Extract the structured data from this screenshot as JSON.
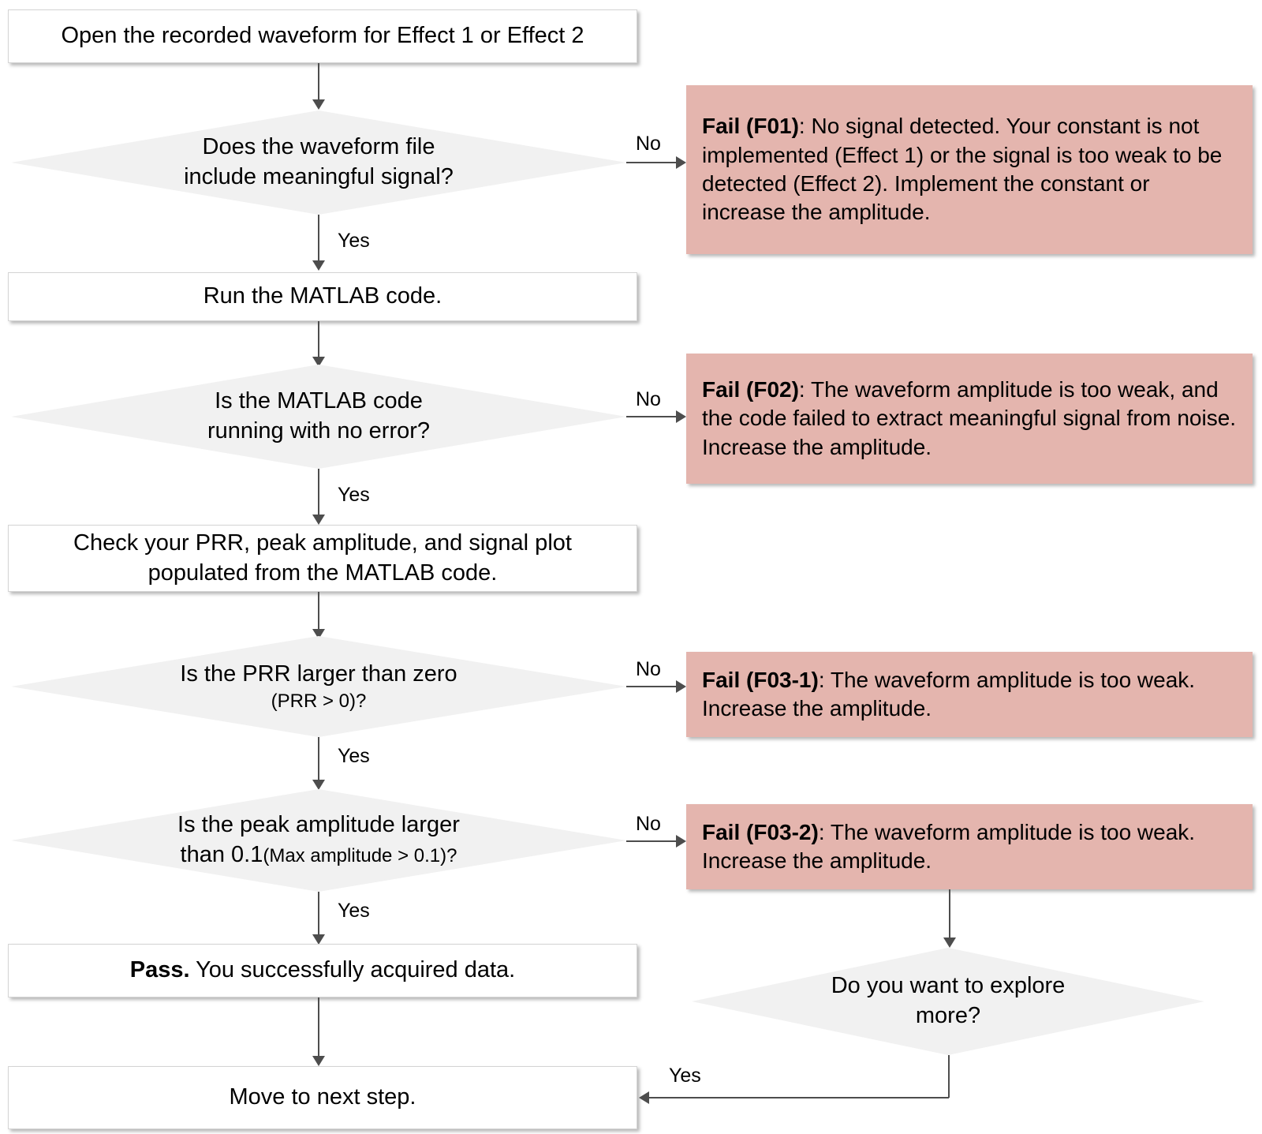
{
  "diagram": {
    "title": "Waveform acquisition troubleshooting flowchart",
    "colors": {
      "fail_box_fill": "#e4b5ae",
      "decision_fill": "#f1f1f1",
      "process_fill": "#ffffff",
      "connector": "#4d4d4d",
      "text": "#000000"
    }
  },
  "nodes": {
    "start": {
      "label": "Open the recorded waveform for Effect 1 or Effect 2"
    },
    "d1": {
      "line1": "Does the waveform file",
      "line2": "include meaningful signal?"
    },
    "run_matlab": {
      "label": "Run the MATLAB code."
    },
    "d2": {
      "line1": "Is the MATLAB code",
      "line2": "running with no error?"
    },
    "check": {
      "line1": "Check your PRR, peak amplitude, and signal plot",
      "line2": "populated from the MATLAB code."
    },
    "d3": {
      "line1": "Is the PRR  larger than zero",
      "line2": "(PRR > 0)?"
    },
    "d4": {
      "line1": "Is the peak amplitude larger",
      "line2_main": "than 0.1",
      "line2_small": "(Max amplitude > 0.1)?"
    },
    "pass": {
      "bold": "Pass.",
      "rest": " You successfully acquired data."
    },
    "next_step": {
      "label": "Move to next step."
    },
    "d5": {
      "line1": "Do you want to explore",
      "line2": "more?"
    }
  },
  "fails": {
    "f01": {
      "tag": "Fail (F01)",
      "text": ": No signal detected. Your constant is not implemented (Effect 1) or the signal is too weak to be detected (Effect 2). Implement the constant or increase the amplitude."
    },
    "f02": {
      "tag": "Fail (F02)",
      "text": ": The waveform amplitude is too weak, and the code failed to extract meaningful signal from noise. Increase the amplitude."
    },
    "f03_1": {
      "tag": "Fail (F03-1)",
      "text": ": The waveform amplitude is too weak. Increase the amplitude."
    },
    "f03_2": {
      "tag": "Fail (F03-2)",
      "text": ": The waveform amplitude is too weak. Increase the amplitude."
    }
  },
  "edges": {
    "no_1": "No",
    "no_2": "No",
    "no_3": "No",
    "no_4": "No",
    "yes_1": "Yes",
    "yes_2": "Yes",
    "yes_3": "Yes",
    "yes_4": "Yes",
    "yes_explore": "Yes"
  }
}
